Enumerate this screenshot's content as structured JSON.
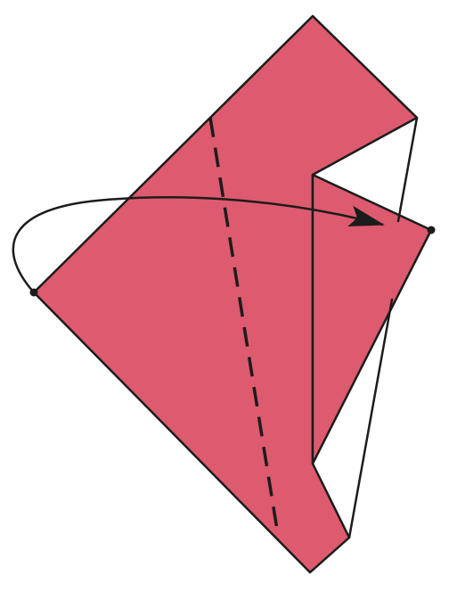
{
  "diagram": {
    "kind": "origami-fold-step",
    "colors": {
      "paper": "#de5a6e",
      "line": "#1c1c1c",
      "background": "#ffffff"
    },
    "elements": [
      {
        "name": "paper-main-body",
        "role": "folded paper shape"
      },
      {
        "name": "paper-front-flap",
        "role": "front flap layer"
      },
      {
        "name": "back-edge-lines",
        "role": "paper edges behind flap"
      },
      {
        "name": "valley-fold-line",
        "role": "dashed fold line",
        "style": "dashed"
      },
      {
        "name": "fold-direction-arrow",
        "role": "curved arrow showing fold over to the right"
      },
      {
        "name": "left-corner-dot",
        "role": "reference point"
      },
      {
        "name": "right-corner-dot",
        "role": "target point"
      }
    ]
  }
}
